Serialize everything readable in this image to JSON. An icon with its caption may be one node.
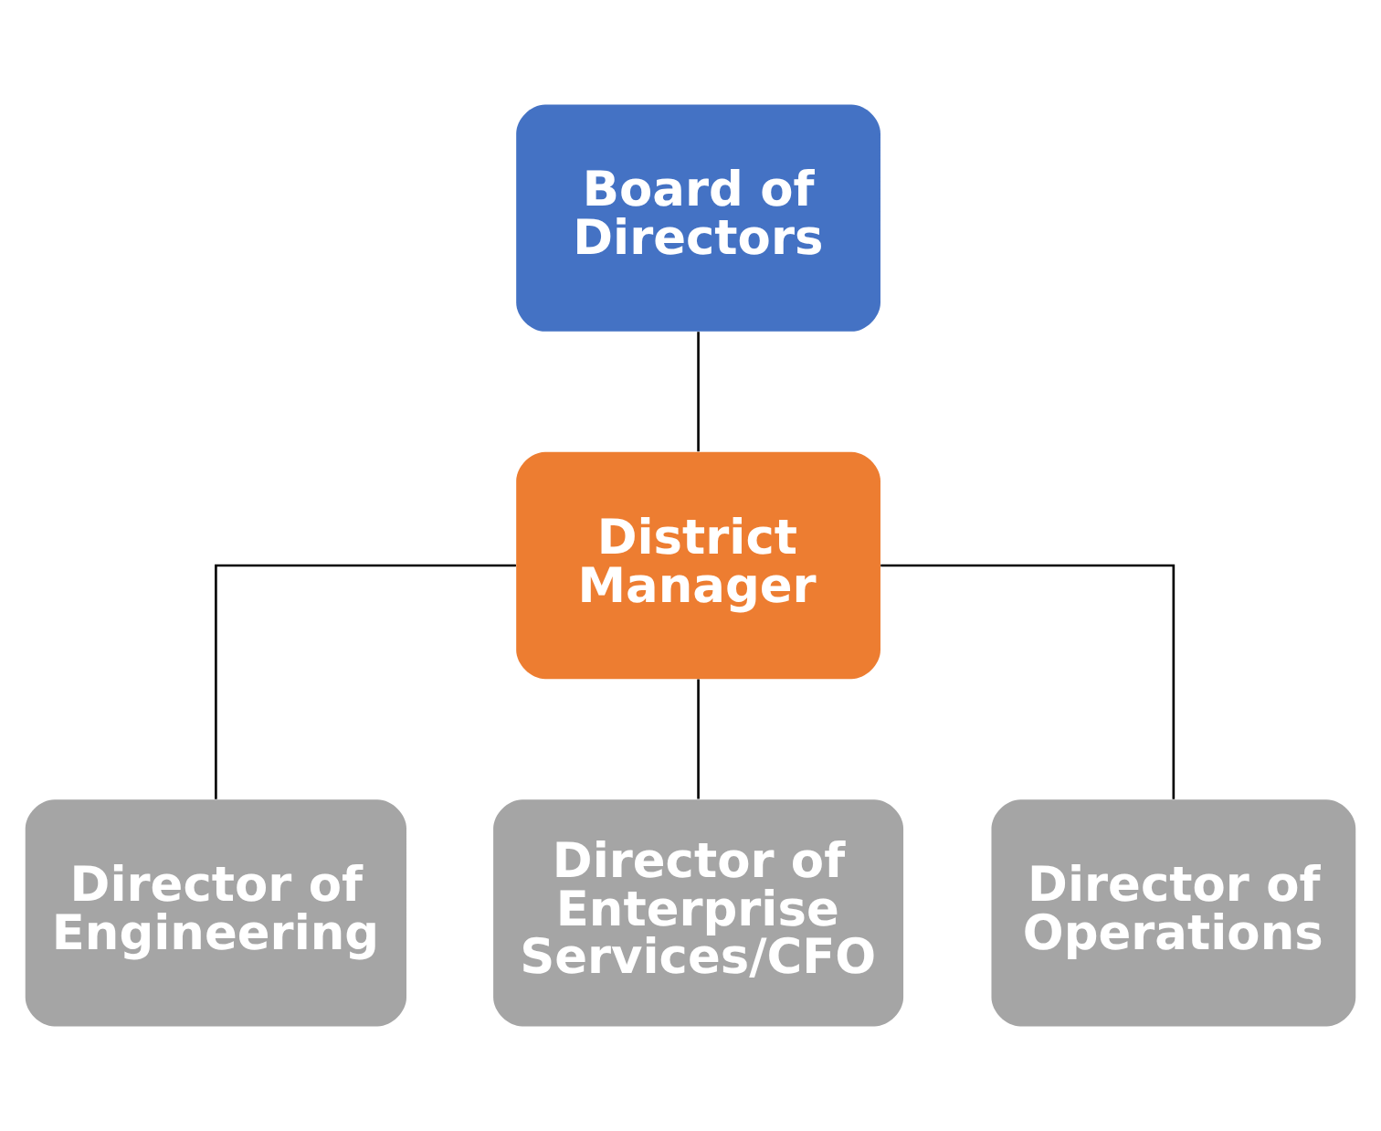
{
  "diagram": {
    "nodes": [
      {
        "text": [
          "Board of Directors"
        ]
      },
      {
        "text": [
          "District Manager"
        ]
      },
      {
        "text": [
          "Director of Engineering"
        ]
      },
      {
        "text": [
          "Director of Enterprise Services/CFO"
        ]
      },
      {
        "text": [
          "Director of Operations"
        ]
      }
    ],
    "edges": [
      {
        "from": 0,
        "to": 1,
        "arrow": "none"
      },
      {
        "from": 1,
        "to": 2,
        "arrow": "none"
      },
      {
        "from": 1,
        "to": 3,
        "arrow": "none"
      },
      {
        "from": 1,
        "to": 4,
        "arrow": "none"
      }
    ]
  }
}
